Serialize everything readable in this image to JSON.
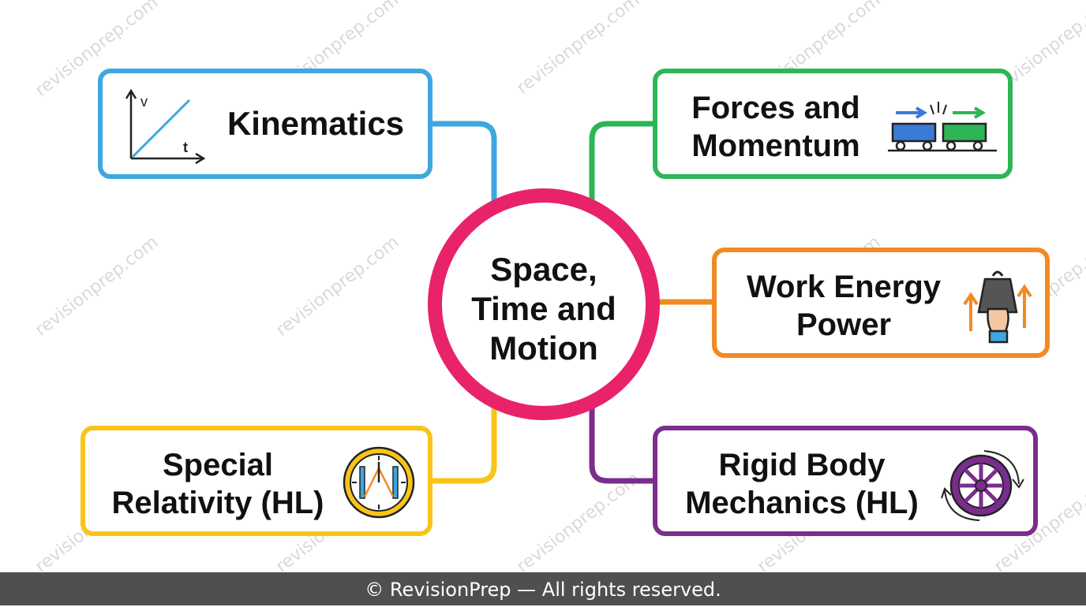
{
  "center": {
    "title": "Space,\nTime and\nMotion"
  },
  "topics": {
    "kinematics": {
      "label": "Kinematics",
      "color": "#3ea7df",
      "icon": "velocity-time-graph-icon",
      "axis_v": "v",
      "axis_t": "t"
    },
    "forces": {
      "label": "Forces and\nMomentum",
      "color": "#2eb556",
      "icon": "colliding-carts-icon"
    },
    "work": {
      "label": "Work Energy\nPower",
      "color": "#f28a22",
      "icon": "hand-lifting-weight-icon"
    },
    "relativity": {
      "label": "Special\nRelativity (HL)",
      "color": "#f7c51a",
      "icon": "light-clock-icon"
    },
    "rigid": {
      "label": "Rigid Body\nMechanics (HL)",
      "color": "#7b2d8e",
      "icon": "rotating-wheel-icon"
    }
  },
  "center_color": "#e8236a",
  "watermark": "revisionprep.com",
  "footer": {
    "text": "© RevisionPrep — All rights reserved."
  }
}
